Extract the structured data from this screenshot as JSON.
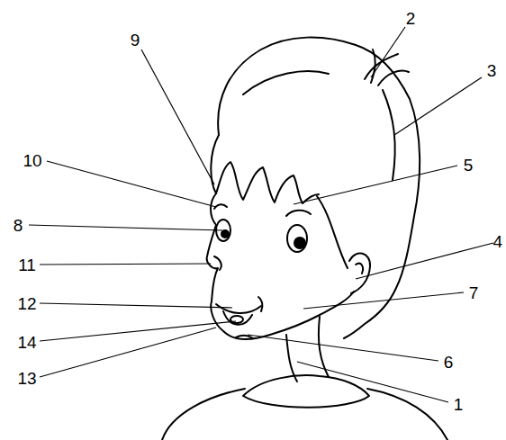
{
  "diagram": {
    "labels": [
      "2",
      "9",
      "3",
      "10",
      "5",
      "8",
      "4",
      "11",
      "12",
      "7",
      "14",
      "6",
      "13",
      "1"
    ]
  }
}
